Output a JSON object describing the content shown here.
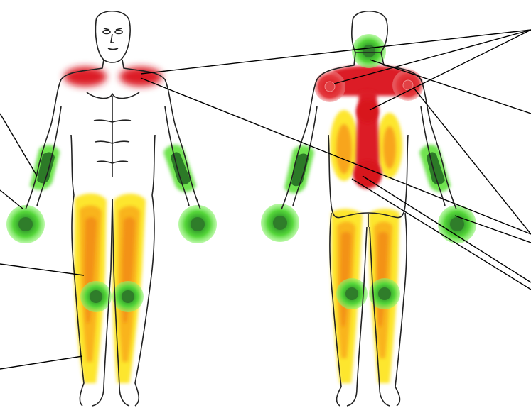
{
  "figure": {
    "views": [
      {
        "id": "front",
        "label": ""
      },
      {
        "id": "back",
        "label": ""
      }
    ],
    "legend": {
      "high": {
        "color": "#d9161c",
        "color_soft": "#e8474b"
      },
      "medium": {
        "color": "#f39a13",
        "color_soft": "#fde22a"
      },
      "low": {
        "color": "#2e8b22",
        "color_soft": "#5fe14a"
      }
    },
    "regions": [
      {
        "name": "shoulders-front",
        "view": "front",
        "level": "high"
      },
      {
        "name": "neck-back",
        "view": "back",
        "level": "low"
      },
      {
        "name": "upper-back",
        "view": "back",
        "level": "high"
      },
      {
        "name": "spine",
        "view": "back",
        "level": "high"
      },
      {
        "name": "lower-back-sides",
        "view": "back",
        "level": "medium"
      },
      {
        "name": "forearms",
        "view": "both",
        "level": "low"
      },
      {
        "name": "hands",
        "view": "both",
        "level": "low"
      },
      {
        "name": "knees",
        "view": "both",
        "level": "low"
      },
      {
        "name": "legs",
        "view": "both",
        "level": "medium"
      }
    ],
    "line_color": "#000000",
    "outline_color": "#222222"
  }
}
